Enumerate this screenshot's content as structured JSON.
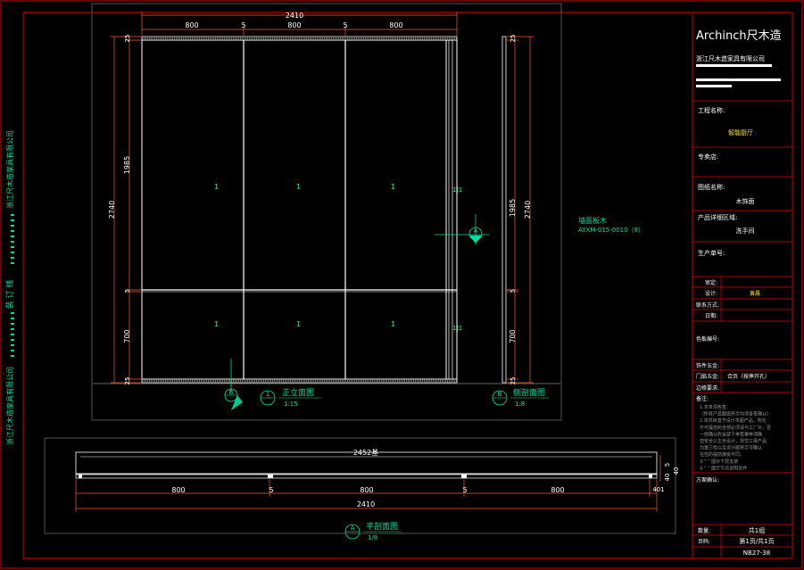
{
  "title_block": {
    "brand": "Archinch尺木造",
    "company": "浙江尺木造家具有限公司",
    "project_label": "工程名称:",
    "project_value": "智能厨厅",
    "order_label": "专卖店:",
    "drawing_name_label": "图纸名称:",
    "drawing_name_value": "木饰面",
    "area_label": "产品详细区域:",
    "area_value": "洗手间",
    "production_no_label": "生产单号:",
    "approve_label": "审定:",
    "design_label": "设计:",
    "design_value": "黄晨",
    "contact_label": "联系方式:",
    "date_label": "日期:",
    "color_label": "色板编号:",
    "hardware_label": "饰件五金:",
    "door_hw_label": "门扇五金:",
    "door_hw_value": "合页（按摔开孔）",
    "glass_label": "边修要求:",
    "notes_label": "备注:",
    "notes_lines": [
      "1.本单须各签:",
      "（所有产品图纸所示均须各签确认）",
      "2.本项目基于设计本图产品，所在",
      "不可擅自的全部必须请与工厂对，否",
      "一经确认的全部下单签署单须确",
      "但安全公主全设计，现交工事产品",
      "为第三检以及设计图将示可确认",
      "在性的提前接受不同。",
      "3.“ ” 图示下层支架",
      "4.“ ” 图示节点说明文件"
    ],
    "scheme_label": "方案确认:",
    "qty_label": "数量:",
    "qty_value": "共1组",
    "page_label": "页码:",
    "page_value": "第1页/共1页",
    "code_value": "NB27-38"
  },
  "side_strip": {
    "top_text": "浙江尺木造家具有限公司",
    "mid_text": "装 订 线",
    "bottom_text": "浙江尺木造家具有限公司"
  },
  "front_elevation": {
    "overall_width": "2410",
    "panel_widths": [
      "800",
      "5",
      "800",
      "5",
      "800"
    ],
    "overall_height": "2740",
    "upper_height": "1985",
    "mid_gap": "5",
    "lower_height": "700",
    "top_trim": "25",
    "bottom_trim": "25",
    "grain_marks": [
      "1",
      "1",
      "1",
      "1",
      "1",
      "1"
    ],
    "caption_code": "1",
    "caption_title": "正立面图",
    "caption_scale": "1:15"
  },
  "side_elevation": {
    "overall_height": "2740",
    "upper_height": "1985",
    "mid_gap": "5",
    "lower_height": "700",
    "top_trim": "25",
    "bottom_trim": "25",
    "section_marker": "A",
    "caption_code": "B",
    "caption_title": "侧剖面图",
    "caption_scale": "1:8"
  },
  "material_note": {
    "line1": "墙面板木",
    "line2": "AYXM-015-0010（8）"
  },
  "section_marker_b": "B",
  "plan_section": {
    "inner_length": "2452基",
    "panel_widths": [
      "800",
      "5",
      "800",
      "5",
      "800"
    ],
    "end_gap": "401",
    "overall_width": "2410",
    "right_dims": [
      "5",
      "40",
      "40"
    ],
    "caption_code": "A",
    "caption_title": "平剖面图",
    "caption_scale": "1/8"
  },
  "colors": {
    "frame": "#d40000",
    "dim": "#ff5533",
    "dim_text": "#ffffff",
    "panel": "#ffffff",
    "accent": "#00e0a0",
    "label": "#ffffff",
    "highlight": "#ffee00",
    "grain": "#00ff88",
    "outline": "#555555"
  }
}
